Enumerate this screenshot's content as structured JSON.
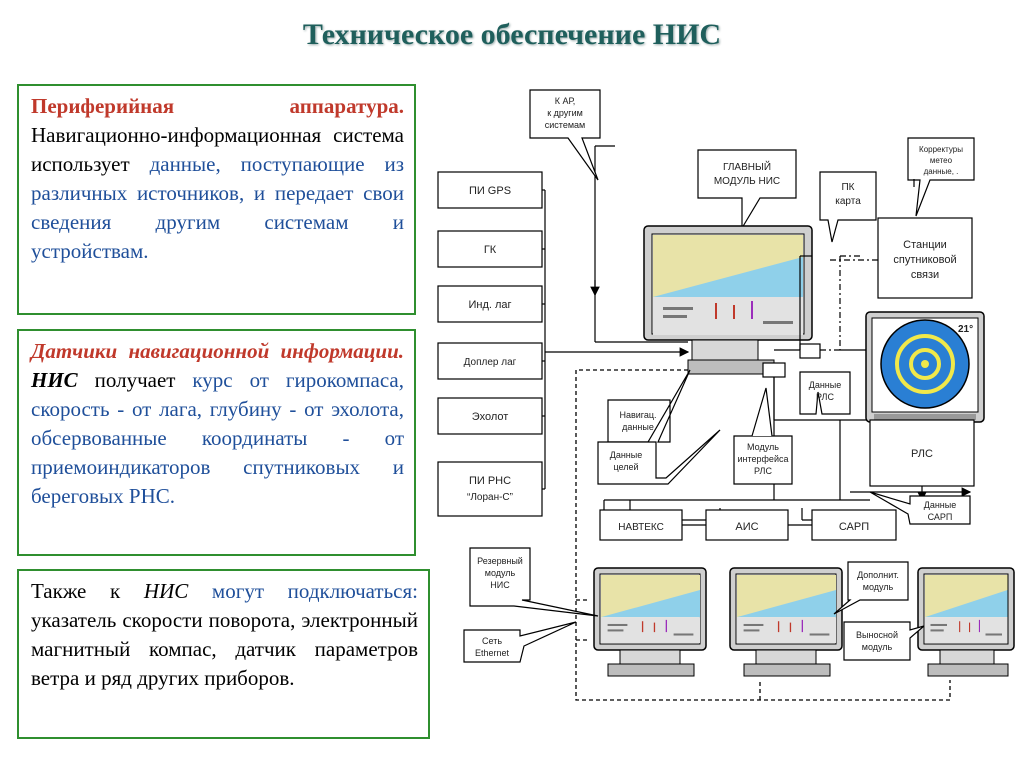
{
  "title": "Техническое обеспечение НИС",
  "box1": {
    "p1": "Периферийная аппаратура.",
    "p2": " Навигационно-информационная система использует ",
    "p3": "данные, поступающие из различных источников, и передает свои сведения другим системам и устройствам."
  },
  "box2": {
    "p1": "Датчики навигационной информации.",
    "p2": " НИС",
    "p3": " получает ",
    "p4": "курс от гирокомпаса, скорость - от лага, глубину - от эхолота, обсервованные координаты - от приемоиндикаторов спутниковых и береговых РНС."
  },
  "box3": {
    "p1": "Также к ",
    "p2": "НИС",
    "p3": " могут подключаться: ",
    "p4": "указатель скорости поворота, электронный магнитный компас, датчик параметров ветра и ряд других приборов."
  },
  "diagram": {
    "sensors": [
      "ПИ GPS",
      "ГК",
      "Инд. лаг",
      "Доплер лаг",
      "Эхолот"
    ],
    "rns_line1": "ПИ РНС",
    "rns_line2": "“Лоран-С”",
    "callout_kap": [
      "К АР,",
      "к другим",
      "системам"
    ],
    "callout_main": [
      "ГЛАВНЫЙ",
      "МОДУЛЬ НИС"
    ],
    "callout_pk": [
      "ПК",
      "карта"
    ],
    "callout_meteo": [
      "Корректуры",
      "метео",
      "данные, ."
    ],
    "station": [
      "Станции",
      "спутниковой",
      "связи"
    ],
    "radar_angle": "21°",
    "callout_rls_data": [
      "Данные",
      "РЛС"
    ],
    "callout_nav": [
      "Навигац.",
      "данные"
    ],
    "callout_targets": [
      "Данные",
      "целей"
    ],
    "callout_iface": [
      "Модуль",
      "интерфейса",
      "РЛС"
    ],
    "rls": "РЛС",
    "callout_sarp": [
      "Данные",
      "САРП"
    ],
    "navtex": "НАВТЕКС",
    "ais": "АИС",
    "sarp": "САРП",
    "callout_reserve": [
      "Резервный",
      "модуль",
      "НИС"
    ],
    "callout_net": [
      "Сеть",
      "Ethernet"
    ],
    "callout_extra": [
      "Дополнит.",
      "модуль"
    ],
    "callout_remote": [
      "Выносной",
      "модуль"
    ]
  },
  "colors": {
    "title": "#1f5f5c",
    "border": "#2f8f2f",
    "accent_red": "#c0392b",
    "accent_blue": "#1f4f9a"
  }
}
